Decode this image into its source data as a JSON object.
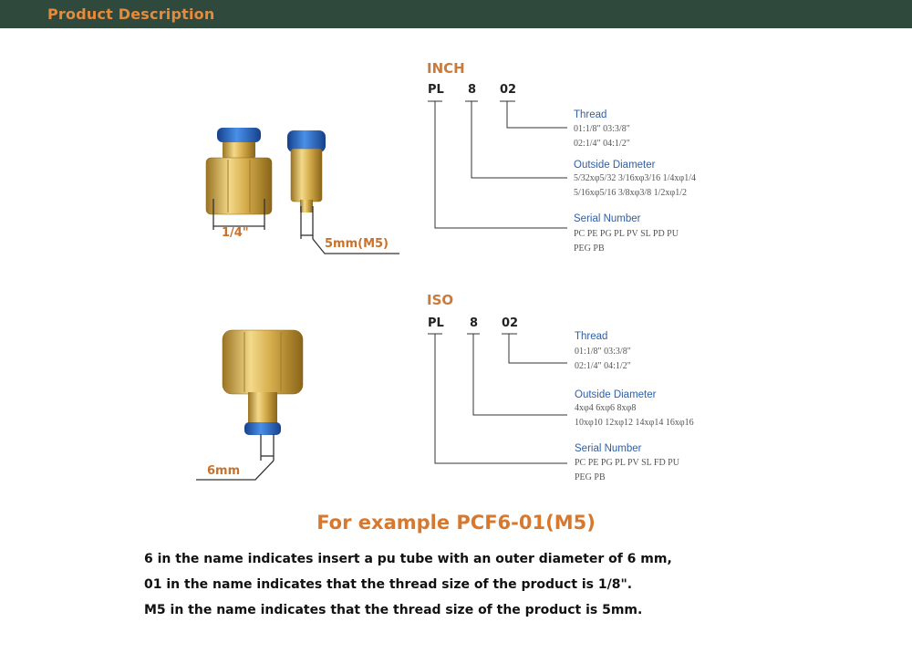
{
  "header": {
    "title": "Product Description"
  },
  "inch": {
    "title": "INCH",
    "code": [
      "PL",
      "8",
      "02"
    ],
    "thread": {
      "title": "Thread",
      "lines": [
        "01:1/8\"    03:3/8\"",
        "02:1/4\"    04:1/2\""
      ]
    },
    "outside": {
      "title": "Outside Diameter",
      "lines": [
        "5/32xφ5/32   3/16xφ3/16        1/4xφ1/4",
        "5/16xφ5/16  3/8xφ3/8    1/2xφ1/2"
      ]
    },
    "serial": {
      "title": "Serial Number",
      "lines": [
        "PC    PE   PG   PL   PV   SL   PD   PU",
        "PEG  PB"
      ]
    }
  },
  "iso": {
    "title": "ISO",
    "code": [
      "PL",
      "8",
      "02"
    ],
    "thread": {
      "title": "Thread",
      "lines": [
        "01:1/8\"     03:3/8\"",
        "02:1/4\"     04:1/2\""
      ]
    },
    "outside": {
      "title": "Outside Diameter",
      "lines": [
        "4xφ4        6xφ6        8xφ8",
        "10xφ10   12xφ12   14xφ14   16xφ16"
      ]
    },
    "serial": {
      "title": "Serial Number",
      "lines": [
        "PC    PE   PG   PL   PV   SL   FD   PU",
        "PEG  PB"
      ]
    }
  },
  "dimensions": {
    "quarter": "1/4\"",
    "m5": "5mm(M5)",
    "six": "6mm"
  },
  "example": {
    "title": "For example PCF6-01(M5)",
    "lines": [
      "6 in the name indicates insert a pu tube with an outer diameter of 6 mm,",
      "01 in the name indicates that the thread size of the product is 1/8\".",
      "M5 in the name indicates that the thread size of the product is 5mm."
    ]
  },
  "colors": {
    "header_bg": "#2f4a3c",
    "accent_orange": "#d8782e",
    "label_blue": "#2f5fa6",
    "brass": "#d9b24a",
    "pu_blue": "#2a6fc9"
  }
}
